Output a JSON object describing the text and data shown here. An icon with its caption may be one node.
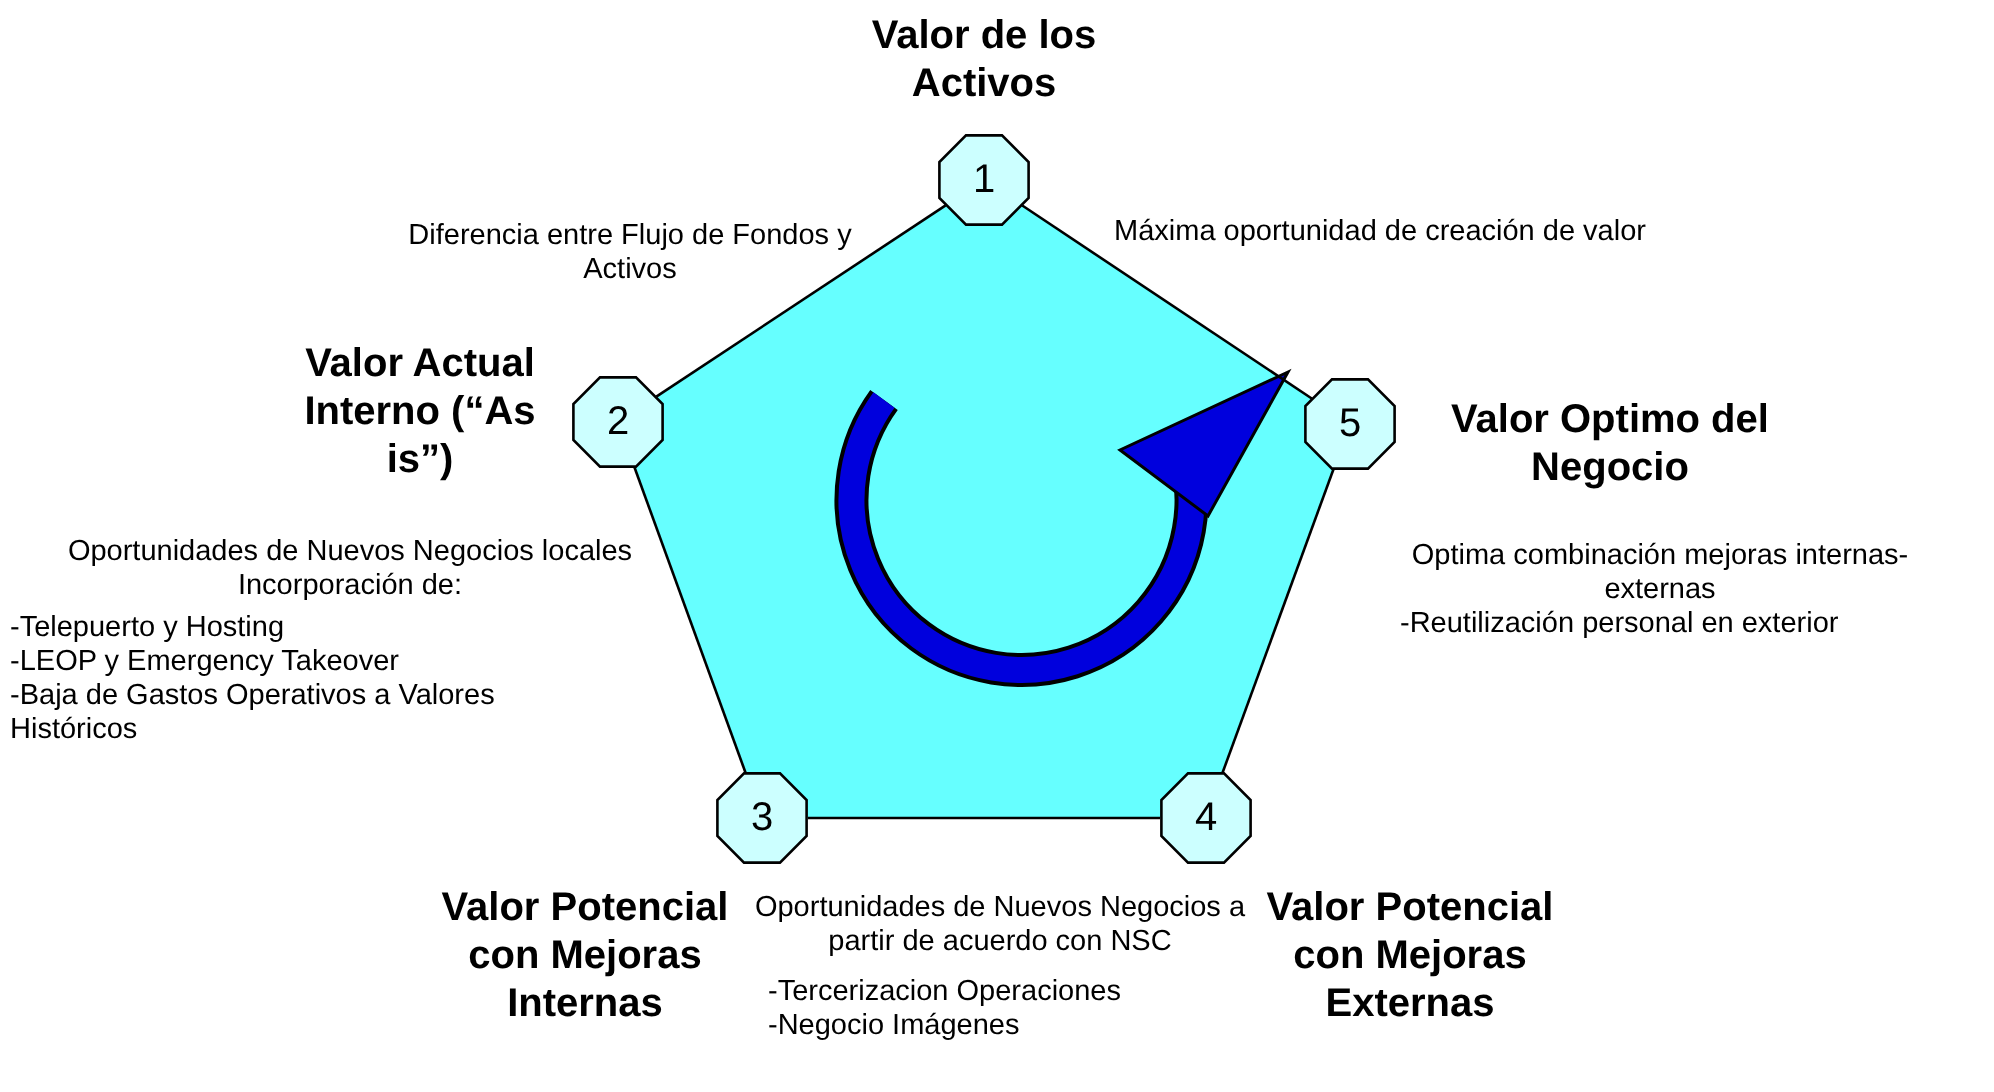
{
  "diagram": {
    "nodes": [
      {
        "text": [
          "1"
        ],
        "beside": [
          "Valor de los Activos"
        ]
      },
      {
        "text": [
          "2"
        ],
        "beside": [
          "Valor Actual Interno (“As is”)"
        ]
      },
      {
        "text": [
          "3"
        ],
        "beside": [
          "Valor Potencial con Mejoras Internas"
        ]
      },
      {
        "text": [
          "4"
        ],
        "beside": [
          "Valor Potencial con Mejoras Externas"
        ]
      },
      {
        "text": [
          "5"
        ],
        "beside": [
          "Valor Optimo del Negocio"
        ]
      }
    ],
    "edges": [
      {
        "from": 0,
        "to": 1,
        "arrow": "none"
      },
      {
        "from": 1,
        "to": 2,
        "arrow": "none"
      },
      {
        "from": 2,
        "to": 3,
        "arrow": "none"
      },
      {
        "from": 3,
        "to": 4,
        "arrow": "none"
      },
      {
        "from": 4,
        "to": 0,
        "arrow": "none"
      }
    ],
    "labels": [
      "Diferencia entre Flujo de Fondos y Activos",
      "Máxima oportunidad de creación de valor",
      "Oportunidades de Nuevos Negocios locales Incorporación de:",
      "-Telepuerto y Hosting",
      "-LEOP y Emergency Takeover",
      "-Baja de Gastos Operativos a Valores Históricos",
      "Optima combinación mejoras internas-externas",
      "-Reutilización personal en exterior",
      "Oportunidades de Nuevos Negocios a partir de acuerdo con NSC",
      "-Tercerizacion Operaciones",
      "-Negocio Imágenes"
    ]
  }
}
